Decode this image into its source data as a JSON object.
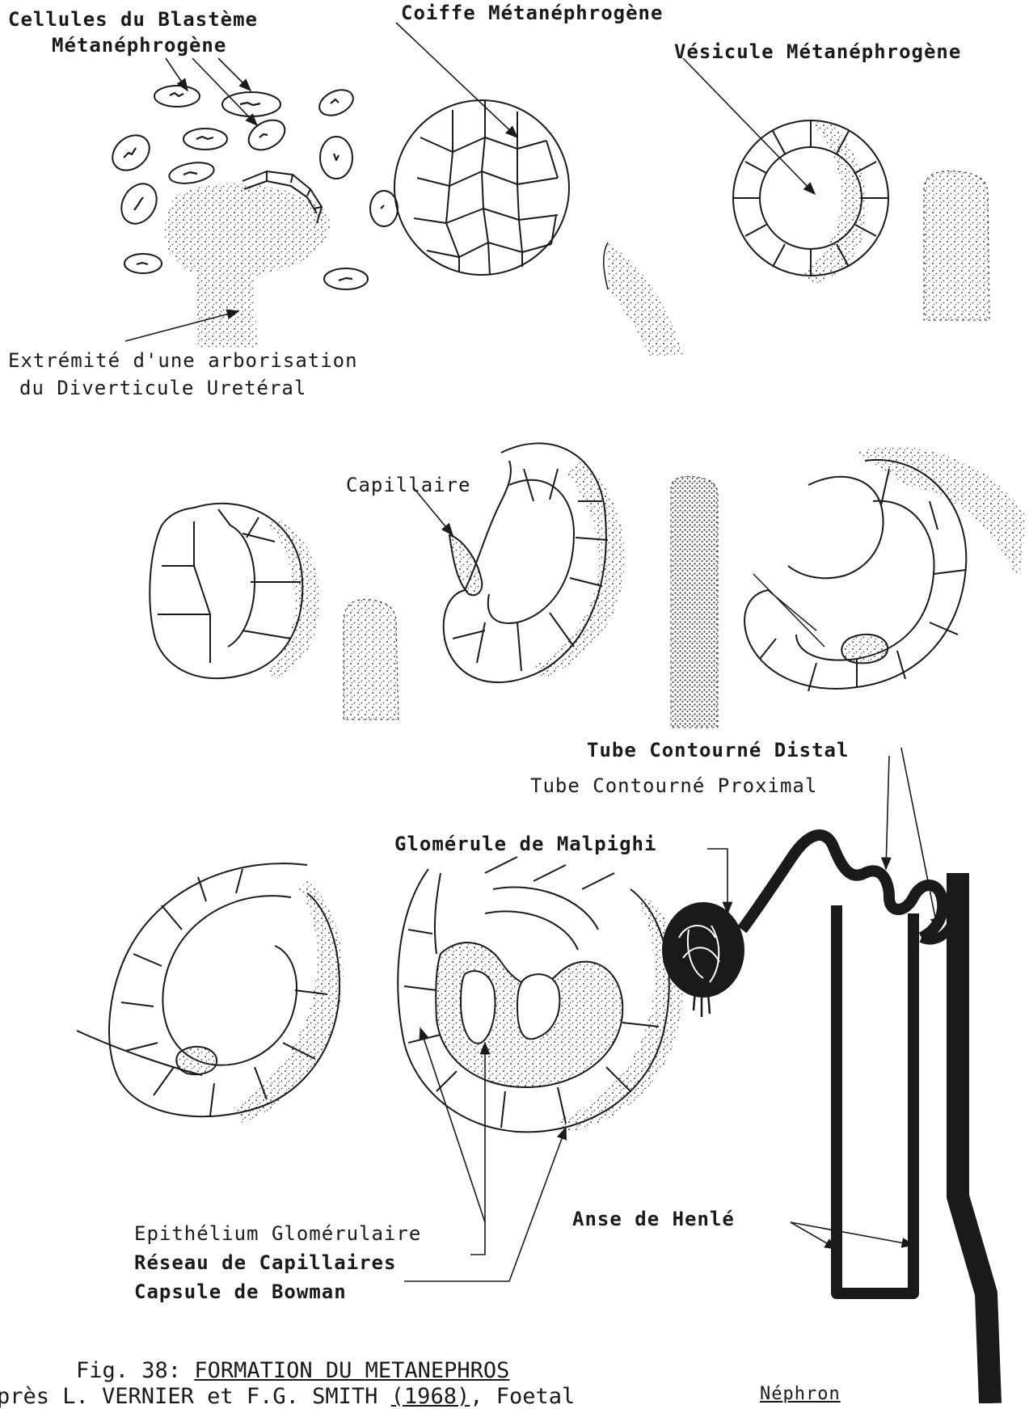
{
  "labels": {
    "cellules_line1": "Cellules du Blastème",
    "cellules_line2": "Métanéphrogène",
    "coiffe": "Coiffe Métanéphrogène",
    "vesicule": "Vésicule Métanéphrogène",
    "extremite_line1": "Extrémité d'une arborisation",
    "extremite_line2": "du Diverticule Uretéral",
    "capillaire": "Capillaire",
    "tube_distal": "Tube Contourné Distal",
    "tube_proximal": "Tube Contourné Proximal",
    "glomerule": "Glomérule de Malpighi",
    "epithelium": "Epithélium Glomérulaire",
    "reseau": "Réseau de Capillaires",
    "capsule": "Capsule de Bowman",
    "anse": "Anse de Henlé",
    "nephron": "Néphron"
  },
  "caption": {
    "fig_prefix": "Fig. 38: ",
    "fig_title": "FORMATION DU METANEPHROS",
    "source_prefix": "près L. VERNIER et F.G. SMITH ",
    "source_underlined": "(1968)",
    "source_suffix": ", Foetal"
  },
  "colors": {
    "ink": "#1a1a1a",
    "stipple": "#555555",
    "paper": "#ffffff"
  }
}
